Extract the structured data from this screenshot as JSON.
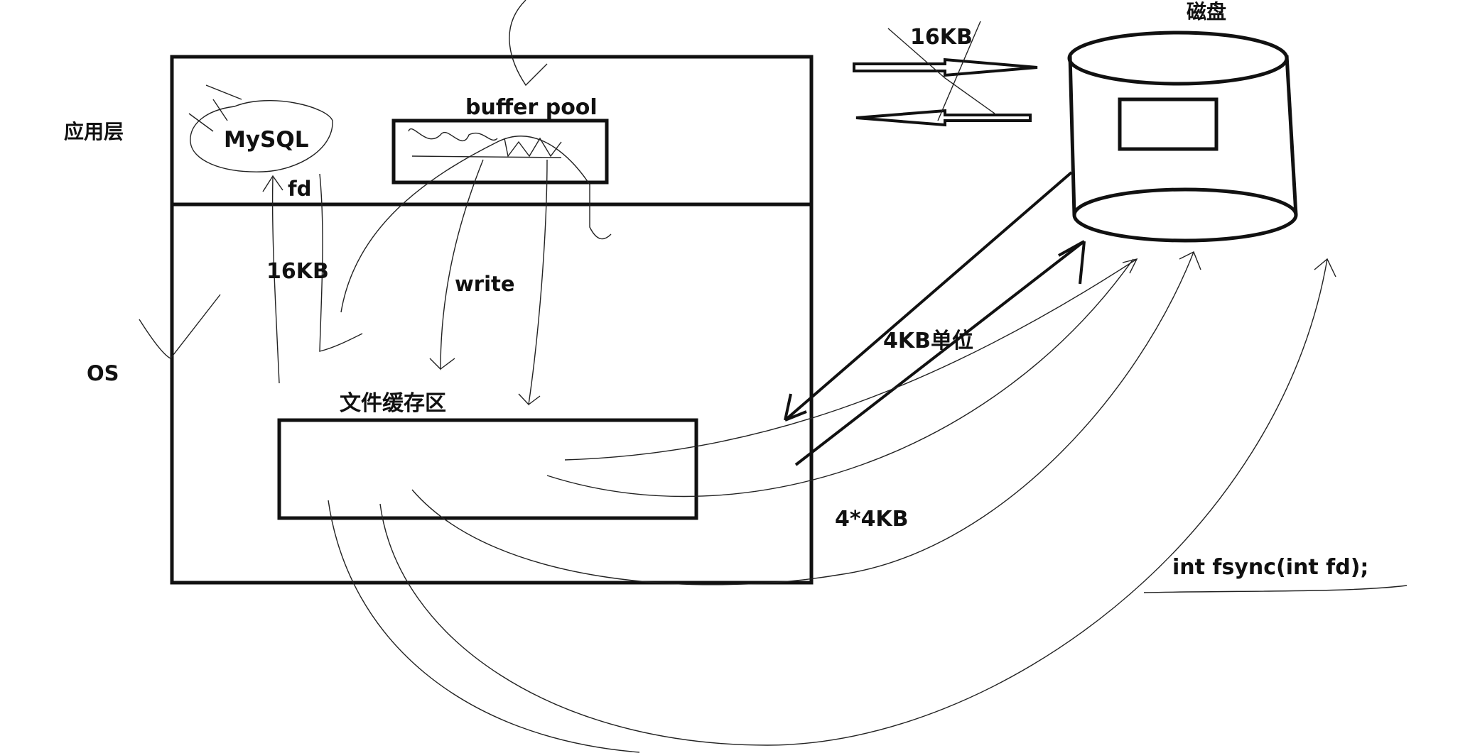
{
  "labels": {
    "app_layer": "应用层",
    "os": "OS",
    "mysql": "MySQL",
    "fd": "fd",
    "buffer_pool": "buffer pool",
    "read_size": "16KB",
    "write": "write",
    "file_cache": "文件缓存区",
    "transfer_size": "16KB",
    "disk": "磁盘",
    "unit": "4KB单位",
    "blocks": "4*4KB",
    "fsync": "int fsync(int fd);"
  },
  "colors": {
    "ink": "#111111",
    "background": "#ffffff"
  }
}
